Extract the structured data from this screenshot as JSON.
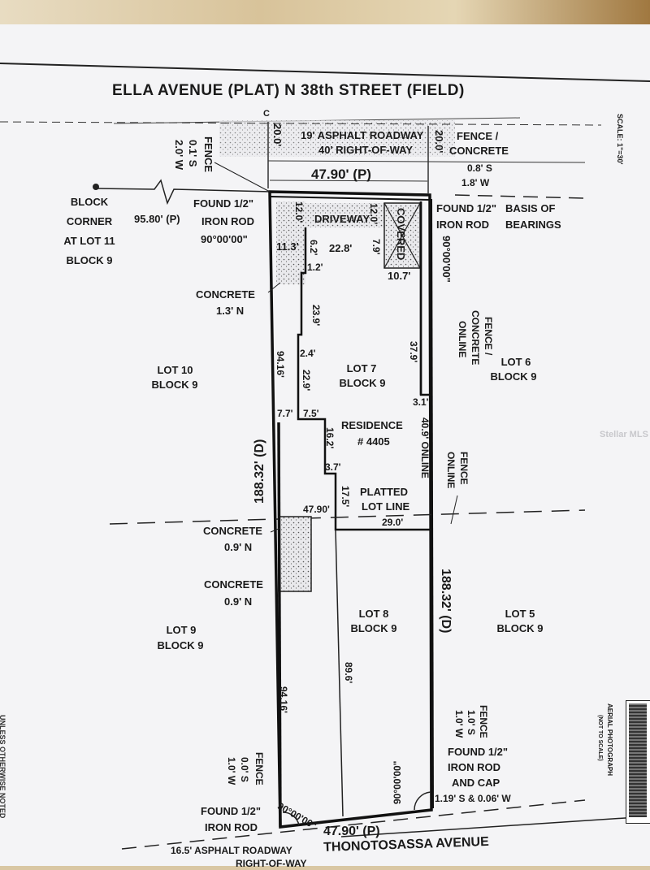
{
  "header": {
    "street_title": "ELLA AVENUE (PLAT) N 38th STREET (FIELD)",
    "scale": "SCALE: 1\"=30'",
    "centerline": "C"
  },
  "top_road": {
    "asphalt": "19' ASPHALT ROADWAY",
    "row": "40' RIGHT-OF-WAY",
    "dim_left": "20.0'",
    "dim_right": "20.0'",
    "frontage": "47.90' (P)"
  },
  "fence_top_left": {
    "label": "FENCE",
    "offset_s": "0.1' S",
    "offset_w": "2.0' W"
  },
  "fence_top_right": {
    "line1": "FENCE /",
    "line2": "CONCRETE",
    "offset_s": "0.8' S",
    "offset_w": "1.8' W"
  },
  "block_corner": {
    "lines": [
      "BLOCK",
      "CORNER",
      "AT LOT 11",
      "BLOCK 9"
    ],
    "distance": "95.80' (P)"
  },
  "found_top_left": {
    "line1": "FOUND 1/2\"",
    "line2": "IRON ROD",
    "angle": "90°00'00\""
  },
  "found_top_right": {
    "line1": "FOUND 1/2\"",
    "line2": "IRON ROD",
    "bearings1": "BASIS OF",
    "bearings2": "BEARINGS",
    "angle": "90°00'00\""
  },
  "driveway": {
    "label": "DRIVEWAY",
    "dim_a": "12.0'",
    "dim_b": "12.0'",
    "width": "11.3'",
    "dim_c": "6.2'",
    "dim_d": "1.2'",
    "length": "22.8'",
    "dim_e": "7.9'"
  },
  "covered": {
    "label": "COVERED",
    "width": "10.7'"
  },
  "concrete_top": {
    "label": "CONCRETE",
    "offset": "1.3' N"
  },
  "residence": {
    "dims": {
      "d1": "23.9'",
      "d2": "2.4'",
      "d3": "22.9'",
      "d4": "7.7'",
      "d5": "7.5'",
      "d6": "16.2'",
      "d7": "3.7'",
      "d8": "17.5'",
      "d9": "37.9'",
      "d10": "3.1'",
      "d11": "40.9' ONLINE"
    },
    "label": "RESIDENCE",
    "number": "# 4405"
  },
  "fence_right": {
    "l1": "FENCE /",
    "l2": "CONCRETE",
    "l3": "ONLINE"
  },
  "fence_online": {
    "l1": "FENCE",
    "l2": "ONLINE"
  },
  "lots": {
    "lot10": {
      "lot": "LOT 10",
      "block": "BLOCK 9"
    },
    "lot7": {
      "lot": "LOT 7",
      "block": "BLOCK 9"
    },
    "lot6": {
      "lot": "LOT 6",
      "block": "BLOCK 9"
    },
    "lot9": {
      "lot": "LOT 9",
      "block": "BLOCK 9"
    },
    "lot8": {
      "lot": "LOT 8",
      "block": "BLOCK 9"
    },
    "lot5": {
      "lot": "LOT 5",
      "block": "BLOCK 9"
    }
  },
  "side_dims": {
    "left_upper": "94.16'",
    "left_total": "188.32' (D)",
    "right_total": "188.32' (D)",
    "left_lower": "94.16'",
    "center_lower": "89.6'"
  },
  "platted": {
    "l1": "PLATTED",
    "l2": "LOT LINE",
    "width": "47.90'",
    "dim": "29.0'"
  },
  "concrete_mid1": {
    "label": "CONCRETE",
    "offset": "0.9' N"
  },
  "concrete_mid2": {
    "label": "CONCRETE",
    "offset": "0.9' N"
  },
  "fence_bottom_right": {
    "label": "FENCE",
    "s": "1.0' S",
    "w": "1.0' W"
  },
  "found_bottom_right": {
    "l1": "FOUND 1/2\"",
    "l2": "IRON ROD",
    "l3": "AND CAP",
    "offset": "1.19' S & 0.06' W",
    "angle": "90°00'00\""
  },
  "fence_bottom_left": {
    "label": "FENCE",
    "s": "0.0' S",
    "w": "1.0' W"
  },
  "found_bottom_left": {
    "l1": "FOUND 1/2\"",
    "l2": "IRON ROD",
    "angle": "90°00'00\""
  },
  "bottom_road": {
    "frontage": "47.90' (P)",
    "street": "THONOTOSASSA AVENUE",
    "asphalt": "16.5' ASPHALT ROADWAY",
    "row": "RIGHT-OF-WAY"
  },
  "aerial": {
    "label": "AERIAL PHOTOGRAPH",
    "sub": "(NOT TO SCALE)"
  },
  "margin_note": "UNLESS OTHERWISE NOTED",
  "watermark": "Stellar MLS"
}
